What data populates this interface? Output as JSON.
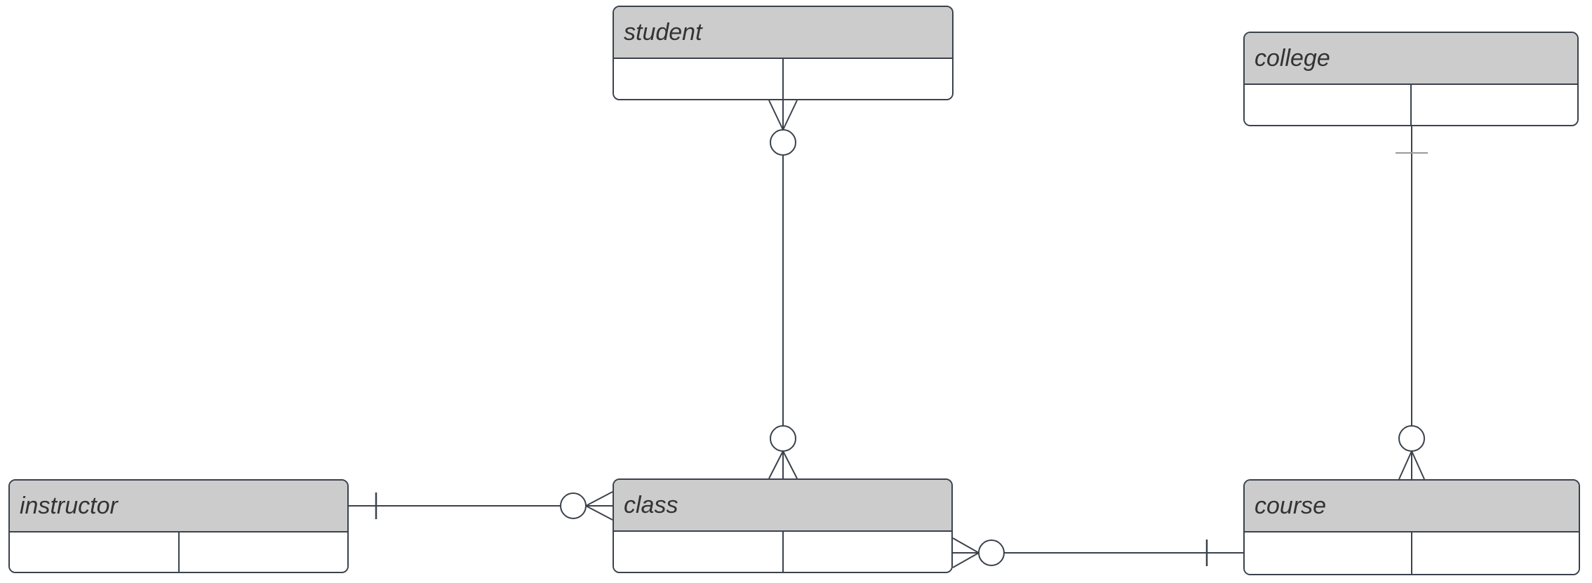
{
  "diagram": {
    "type": "entity-relationship",
    "notation": "crows-foot",
    "background": "#ffffff"
  },
  "colors": {
    "entity_header_fill": "#cccccc",
    "entity_body_fill": "#ffffff",
    "stroke": "#3b424c",
    "light_tick": "#999999",
    "label_text": "#333333"
  },
  "entities": [
    {
      "id": "student",
      "label": "student",
      "columns": 2
    },
    {
      "id": "college",
      "label": "college",
      "columns": 2
    },
    {
      "id": "instructor",
      "label": "instructor",
      "columns": 2
    },
    {
      "id": "class",
      "label": "class",
      "columns": 2
    },
    {
      "id": "course",
      "label": "course",
      "columns": 2
    }
  ],
  "relationships": [
    {
      "from": "student",
      "to": "class",
      "from_cardinality": "zero-or-many",
      "to_cardinality": "zero-or-many"
    },
    {
      "from": "college",
      "to": "course",
      "from_cardinality": "one",
      "to_cardinality": "zero-or-many"
    },
    {
      "from": "instructor",
      "to": "class",
      "from_cardinality": "one",
      "to_cardinality": "zero-or-many"
    },
    {
      "from": "class",
      "to": "course",
      "from_cardinality": "zero-or-many",
      "to_cardinality": "one"
    }
  ]
}
